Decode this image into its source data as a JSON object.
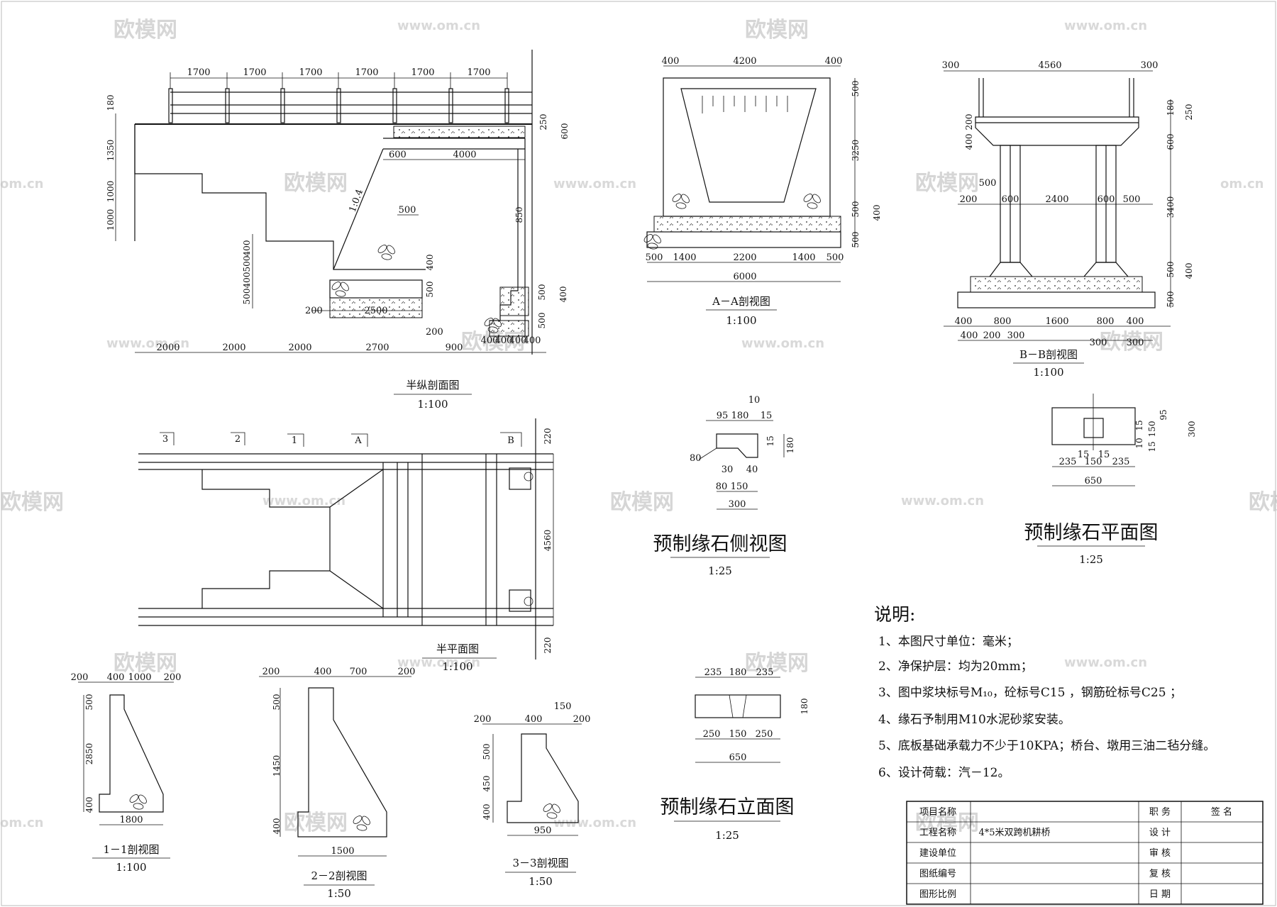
{
  "watermark": {
    "brand": "欧模网",
    "url": "www.om.cn",
    "short": "om.cn"
  },
  "half_longitudinal": {
    "title": "半纵剖面图",
    "scale": "1:100",
    "top_dims": [
      "1700",
      "1700",
      "1700",
      "1700",
      "1700",
      "1700"
    ],
    "left_dims": [
      "180",
      "1350",
      "1000",
      "1000"
    ],
    "step_dims": [
      "400",
      "500",
      "400",
      "500"
    ],
    "bottom_dims": [
      "2000",
      "2000",
      "2000",
      "2700",
      "900"
    ],
    "bottom_right_dims": [
      "400",
      "400",
      "400",
      "400"
    ],
    "inner": {
      "d600a": "600",
      "d4000": "4000",
      "d250": "250",
      "d600b": "600",
      "slope": "1:0.4",
      "d500": "500",
      "d850": "850",
      "d400a": "400",
      "d500b": "500",
      "d2500": "2500",
      "d200a": "200",
      "d200b": "200",
      "d500c": "500",
      "d500d": "500",
      "d400b": "400"
    }
  },
  "half_plan": {
    "title": "半平面图",
    "scale": "1:100",
    "section_marks": [
      "3",
      "2",
      "1",
      "A",
      "B"
    ],
    "dims": [
      "220",
      "4560",
      "220"
    ]
  },
  "section_aa": {
    "title": "A－A剖视图",
    "scale": "1:100",
    "top_dims": [
      "400",
      "4200",
      "400"
    ],
    "right_dims": [
      "500",
      "3250",
      "500",
      "500"
    ],
    "side_dim": "400",
    "bottom_dims": [
      "500",
      "1400",
      "2200",
      "1400",
      "500"
    ],
    "total": "6000"
  },
  "section_bb": {
    "title": "B－B剖视图",
    "scale": "1:100",
    "top_dims": [
      "300",
      "4560",
      "300"
    ],
    "left_dims": [
      "200",
      "400"
    ],
    "right_dims": [
      "180",
      "250",
      "600",
      "3400",
      "500",
      "400",
      "500"
    ],
    "mid_dims": [
      "500",
      "200",
      "600",
      "2400",
      "600",
      "500"
    ],
    "bottom_dims1": [
      "400",
      "800",
      "1600",
      "800",
      "400"
    ],
    "bottom_dims2": [
      "400",
      "200",
      "300",
      "300",
      "300"
    ]
  },
  "curb_side": {
    "title": "预制缘石侧视图",
    "scale": "1:25",
    "dims": [
      "10",
      "95",
      "180",
      "15",
      "15",
      "180",
      "80",
      "30",
      "40",
      "80",
      "150",
      "300"
    ]
  },
  "curb_plan": {
    "title": "预制缘石平面图",
    "scale": "1:25",
    "right_dims": [
      "10",
      "15",
      "150",
      "15",
      "95",
      "300"
    ],
    "bottom_dims": [
      "235",
      "15",
      "150",
      "15",
      "235"
    ],
    "total": "650"
  },
  "curb_elev": {
    "title": "预制缘石立面图",
    "scale": "1:25",
    "top_dims": [
      "235",
      "180",
      "235"
    ],
    "side_dim": "180",
    "bottom_dims": [
      "250",
      "150",
      "250"
    ],
    "total": "650"
  },
  "section_11": {
    "title": "1－1剖视图",
    "scale": "1:100",
    "top_dims": [
      "200",
      "400",
      "1000",
      "200"
    ],
    "left_dims": [
      "500",
      "2850",
      "400"
    ],
    "bottom": "1800"
  },
  "section_22": {
    "title": "2－2剖视图",
    "scale": "1:50",
    "top_dims": [
      "200",
      "400",
      "700",
      "200"
    ],
    "left_dims": [
      "500",
      "1450",
      "400"
    ],
    "bottom": "1500"
  },
  "section_33": {
    "title": "3－3剖视图",
    "scale": "1:50",
    "top_dims": [
      "200",
      "400",
      "150",
      "200"
    ],
    "left_dims": [
      "500",
      "450",
      "400"
    ],
    "bottom": "950"
  },
  "notes": {
    "heading": "说明:",
    "items": [
      "1、本图尺寸单位：毫米；",
      "2、净保护层：均为20mm；",
      "3、图中浆块标号M₁₀，砼标号C15 ，钢筋砼标号C25 ；",
      "4、缘石予制用M10水泥砂浆安装。",
      "5、底板基础承载力不少于10KPA；桥台、墩用三油二毡分缝。",
      "6、设计荷载：汽－12。"
    ]
  },
  "title_block": {
    "rows": [
      {
        "label": "项目名称",
        "value": "",
        "role": "",
        "sign": ""
      },
      {
        "label": "工程名称",
        "value": "4*5米双跨机耕桥",
        "role": "设  计",
        "sign": ""
      },
      {
        "label": "建设单位",
        "value": "",
        "role": "审  核",
        "sign": ""
      },
      {
        "label": "图纸编号",
        "value": "",
        "role": "复  核",
        "sign": ""
      },
      {
        "label": "图形比例",
        "value": "",
        "role": "日  期",
        "sign": ""
      }
    ],
    "header_role": "职  务",
    "header_sign": "签  名"
  }
}
